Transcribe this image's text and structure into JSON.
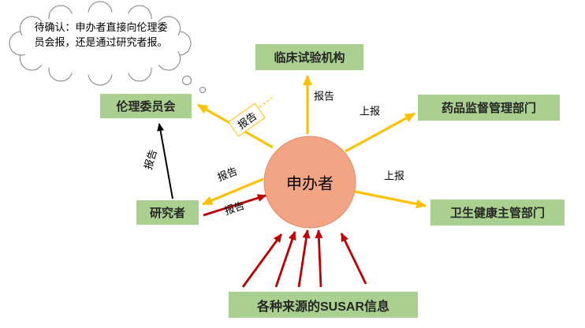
{
  "diagram": {
    "thought_bubble": "待确认：申办者直接向伦理委员会报，还是通过研究者报。",
    "center_node": "申办者",
    "nodes": {
      "clinical_trial_institution": "临床试验机构",
      "drug_regulatory_department": "药品监督管理部门",
      "health_authority": "卫生健康主管部门",
      "ethics_committee": "伦理委员会",
      "investigator": "研究者",
      "susar_sources": "各种来源的SUSAR信息"
    },
    "edge_labels": {
      "sponsor_to_institution": "报告",
      "sponsor_to_drug_regulator": "上报",
      "sponsor_to_health_authority": "上报",
      "sponsor_to_ethics": "报告",
      "sponsor_to_investigator": "报告",
      "investigator_to_sponsor": "报告",
      "investigator_to_ethics": "报告"
    },
    "colors": {
      "node_fill": "#A9D08E",
      "center_fill": "#F2A584",
      "arrow_yellow": "#FFC000",
      "arrow_red": "#C00000",
      "arrow_black": "#000000"
    }
  }
}
